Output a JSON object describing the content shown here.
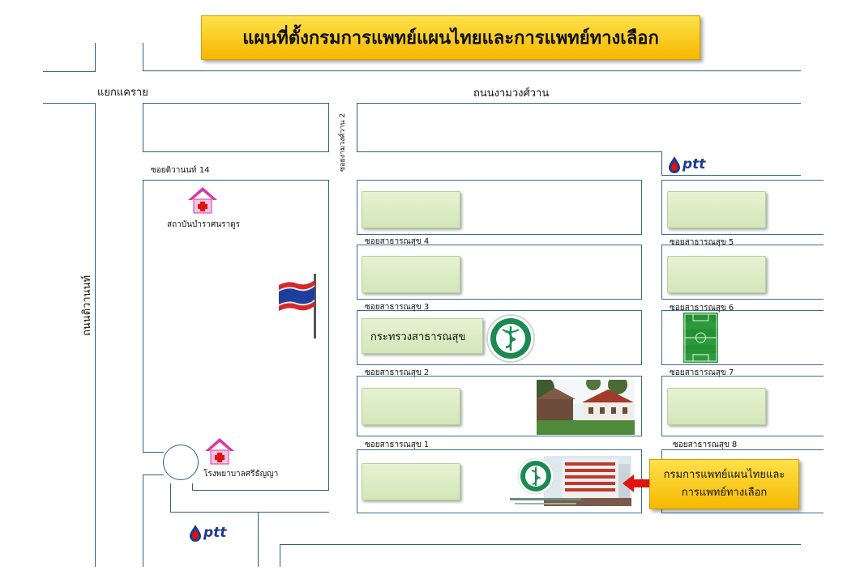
{
  "title": "แผนที่ตั้งกรมการแพทย์แผนไทยและการแพทย์ทางเลือก",
  "roads": {
    "junction": "แยกแคราย",
    "ngamwongwan": "ถนนงามวงศ์วาน",
    "tiwanon": "ถนนติวานนท์",
    "ngamwongwan_soi2": "ซอยงามวงศ์วาน 2",
    "tiwanon_soi14": "ซอยติวานนท์ 14",
    "sathanasuk_1": "ซอยสาธารณสุข 1",
    "sathanasuk_2": "ซอยสาธารณสุข 2",
    "sathanasuk_3": "ซอยสาธารณสุข 3",
    "sathanasuk_4": "ซอยสาธารณสุข 4",
    "sathanasuk_5": "ซอยสาธารณสุข 5",
    "sathanasuk_6": "ซอยสาธารณสุข 6",
    "sathanasuk_7": "ซอยสาธารณสุข 7",
    "sathanasuk_8": "ซอยสาธารณสุข 8"
  },
  "places": {
    "institute": "สถาบันบำราศนราดูร",
    "hospital": "โรงพยาบาลศรีธัญญา",
    "ministry": "กระทรวงสาธารณสุข",
    "department_line1": "กรมการแพทย์แผนไทยและ",
    "department_line2": "การแพทย์ทางเลือก"
  },
  "brand": {
    "ptt": "ptt"
  },
  "colors": {
    "title_bg": "#f8c400",
    "road": "#2f5f86",
    "building": "#dcebc6",
    "hospital_icon": "#d63aa8",
    "arrow": "#e0140c"
  }
}
